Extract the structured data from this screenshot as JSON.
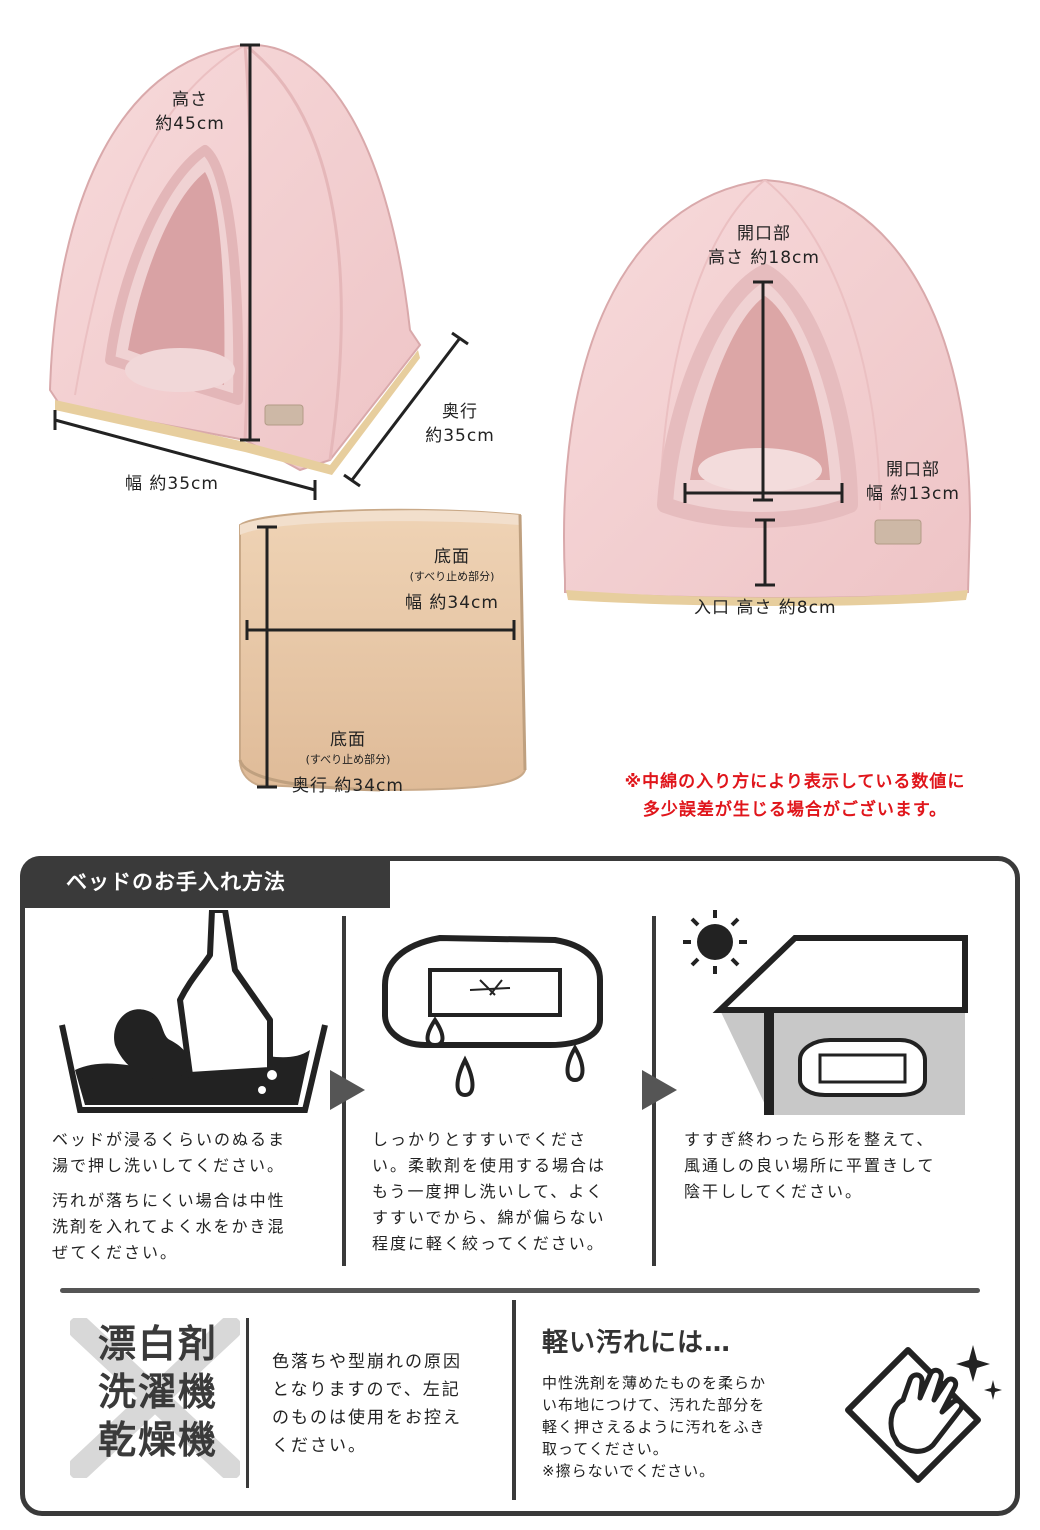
{
  "dimensions": {
    "height": [
      "高さ",
      "約45cm"
    ],
    "width": "幅 約35cm",
    "depth": [
      "奥行",
      "約35cm"
    ],
    "opening_height": [
      "開口部",
      "高さ 約18cm"
    ],
    "opening_width": [
      "開口部",
      "幅 約13cm"
    ],
    "entrance_height": "入口 高さ 約8cm",
    "bottom_width": [
      "底面",
      "(すべり止め部分)",
      "幅 約34cm"
    ],
    "bottom_depth": [
      "底面",
      "(すべり止め部分)",
      "奥行 約34cm"
    ]
  },
  "note": [
    "※中綿の入り方により表示している数値に",
    "多少誤差が生じる場合がございます。"
  ],
  "care": {
    "title": "ベッドのお手入れ方法",
    "steps": [
      {
        "text1": [
          "ベッドが浸るくらいのぬるま",
          "湯で押し洗いしてください。"
        ],
        "text2": [
          "汚れが落ちにくい場合は中性",
          "洗剤を入れてよく水をかき混",
          "ぜてください。"
        ]
      },
      {
        "text1": [
          "しっかりとすすいでくださ",
          "い。柔軟剤を使用する場合は",
          "もう一度押し洗いして、よく",
          "すすいでから、綿が偏らない",
          "程度に軽く絞ってください。"
        ]
      },
      {
        "text1": [
          "すすぎ終わったら形を整えて、",
          "風通しの良い場所に平置きして",
          "陰干ししてください。"
        ]
      }
    ],
    "banned_items": [
      "漂白剤",
      "洗濯機",
      "乾燥機"
    ],
    "banned_text": [
      "色落ちや型崩れの原因",
      "となりますので、左記",
      "のものは使用をお控え",
      "ください。"
    ],
    "light_title": "軽い汚れには…",
    "light_text": [
      "中性洗剤を薄めたものを柔らか",
      "い布地につけて、汚れた部分を",
      "軽く押さえるように汚れをふき",
      "取ってください。",
      "※擦らないでください。"
    ]
  },
  "colors": {
    "pink": "#f4cfd0",
    "beige": "#e8c7a6",
    "dark": "#3a3a3a",
    "red": "#e0151b"
  }
}
